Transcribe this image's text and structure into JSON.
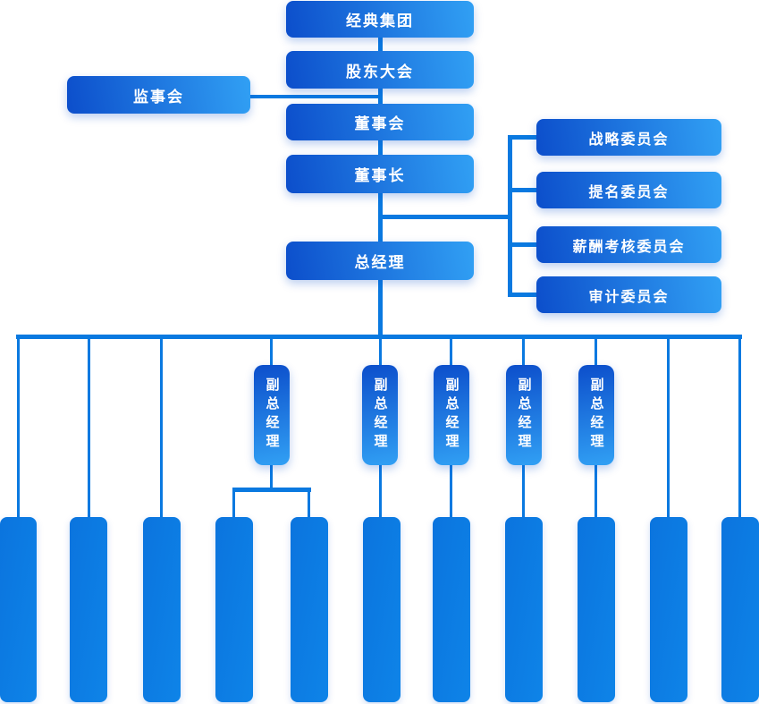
{
  "palette": {
    "box_gradient_start": "#0c4ecb",
    "box_gradient_end": "#31a0f4",
    "department_box_start": "#0b74de",
    "department_box_end": "#0e84e8",
    "connector_line": "#0a79e0",
    "text_color": "#ffffff",
    "background": "#ffffff"
  },
  "nodes": {
    "group": "经典集团",
    "shareholders_meeting": "股东大会",
    "supervisory_board": "监事会",
    "board_of_directors": "董事会",
    "chairman": "董事长",
    "general_manager": "总经理",
    "committees": [
      "战略委员会",
      "提名委员会",
      "薪酬考核委员会",
      "审计委员会"
    ],
    "deputy_general_managers": [
      "副总经理",
      "副总经理",
      "副总经理",
      "副总经理",
      "副总经理"
    ],
    "department_count": 11,
    "department_labels_visible": false
  }
}
